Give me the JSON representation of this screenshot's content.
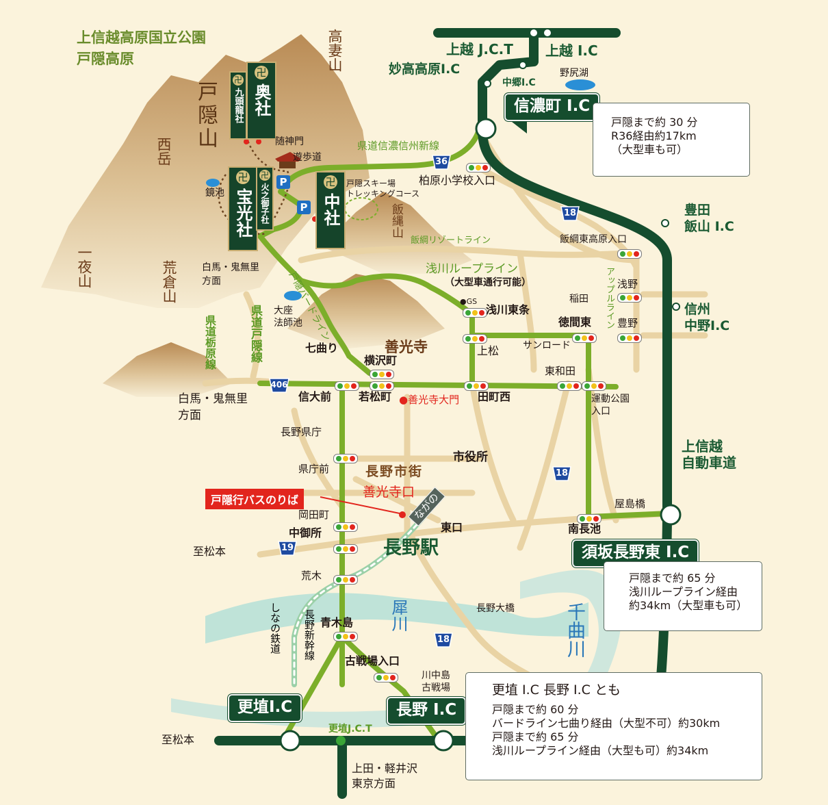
{
  "park": {
    "line1": "上信越高原国立公園",
    "line2": "戸隠高原"
  },
  "peaks": {
    "togakushi": "戸隠山",
    "nishidake": "西岳",
    "takatsuma": "高妻山",
    "ichiya": "一夜山",
    "arakura": "荒倉山",
    "iizuna": "飯縄山"
  },
  "shrines": {
    "okusha": "奥社",
    "kuzuryu": "九頭龍社",
    "hinomiko": "火之御子社",
    "hokosha": "宝光社",
    "chusha": "中社",
    "mark": "卍"
  },
  "places": {
    "zuishinmon": "随神門",
    "yuhodo": "遊歩道",
    "kagamiike": "鏡池",
    "ski": "戸隠スキー場",
    "trekking": "トレッキングコース",
    "parking": "P",
    "nojiriko": "野尻湖",
    "osaho": "大座\n法師池",
    "hakuba1": "白馬・鬼無里\n方面",
    "hakuba2": "白馬・鬼無里\n方面"
  },
  "roads": {
    "kendo_shinano": "県道信濃信州新線",
    "r36": "36",
    "r18": "18",
    "r19": "19",
    "r406": "406",
    "iizuna_resort": "飯綱リゾートライン",
    "asakawa_loop": "浅川ループライン",
    "asakawa_note": "（大型車通行可能）",
    "birdline": "戸隠バードライン",
    "apple": "アップルライン",
    "sunroad": "サンロード",
    "kendo_togakushi": "県道戸隠線",
    "kendo_tochihara": "県道栃原線",
    "joshinetsu_exp": "上信越\n自動車道"
  },
  "junctions": {
    "kashiwabara": "柏原小学校入口",
    "iizuna_higashi": "飯綱東高原入口",
    "asano": "浅野",
    "inada": "稲田",
    "toyono": "豊野",
    "tokuma": "徳間東",
    "asakawa_higashijo": "浅川東条",
    "gs": "●GS",
    "agematsu": "上松",
    "yokosawa": "横沢町",
    "nanamagari": "七曲り",
    "zenkoji": "善光寺",
    "shindaimae": "信大前",
    "wakamatsu": "若松町",
    "zenkoji_daimon": "●善光寺大門",
    "tamachi_nishi": "田町西",
    "higashiwada": "東和田",
    "undokoen": "運動公園\n入口",
    "nagano_pref": "長野県庁",
    "kenchomae": "県庁前",
    "shiyakusho": "市役所",
    "nagano_city": "長野市街",
    "zenkoji_guchi": "善光寺口",
    "nagano_label": "ながの",
    "higashiguchi": "東口",
    "okadamachi": "岡田町",
    "nakagosho": "中御所",
    "nagano_station": "長野駅",
    "yashimabashi": "屋島橋",
    "minaminagaike": "南長池",
    "shimatsumoto1": "至松本",
    "shimatsumoto2": "至松本",
    "araki": "荒木",
    "aokijima": "青木島",
    "kosenjo": "古戦場入口",
    "kawanakajima": "川中島\n古戦場",
    "nagano_ohashi": "長野大橋",
    "sainagawa": "犀川",
    "chikumagawa": "千曲川",
    "shinano_railway": "しなの鉄道",
    "shinkansen": "長野新幹線",
    "ueda": "上田・軽井沢\n東京方面",
    "bus_stop": "戸隠行バスのりば"
  },
  "interchanges": {
    "joetsu_jct": "上越 J.C.T",
    "joetsu_ic": "上越 I.C",
    "myoko_ic": "妙高高原I.C",
    "nakago_ic": "中郷I.C",
    "shinanomachi_ic": "信濃町 I.C",
    "toyota_iiyama_ic": "豊田\n飯山 I.C",
    "shinshu_nakano_ic": "信州\n中野I.C",
    "suzaka_ic": "須坂長野東 I.C",
    "koshoku_ic": "更埴I.C",
    "nagano_ic": "長野 I.C",
    "koshoku_jct": "更埴J.C.T"
  },
  "info_boxes": {
    "shinanomachi": {
      "line1": "戸隠まで約 30 分",
      "line2": "R36経由約17km",
      "line3": "（大型車も可）"
    },
    "suzaka": {
      "line1": "戸隠まで約 65 分",
      "line2": "浅川ループライン経由",
      "line3": "約34km（大型車も可）"
    },
    "nagano": {
      "title": "更埴 I.C 長野 I.C とも",
      "line1": "戸隠まで約 60 分",
      "line2": "バードライン七曲り経由（大型不可）約30km",
      "line3": "戸隠まで約 65 分",
      "line4": "浅川ループライン経由（大型も可）約34km"
    }
  },
  "colors": {
    "expressway": "#154d2e",
    "main_road": "#7cae2a",
    "secondary_road": "#e9d3a4",
    "river": "#bfe3d8",
    "mountain": "#c9a16a",
    "background": "#fbf3dc"
  }
}
